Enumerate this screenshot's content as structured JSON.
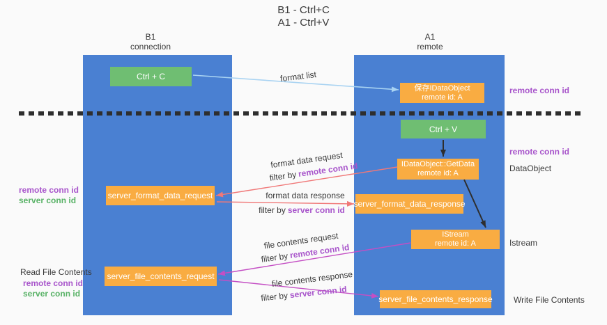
{
  "title": {
    "line1": "B1 - Ctrl+C",
    "line2": "A1 - Ctrl+V"
  },
  "columns": {
    "b1": {
      "name": "B1",
      "subtitle": "connection"
    },
    "a1": {
      "name": "A1",
      "subtitle": "remote"
    }
  },
  "nodes": {
    "ctrl_c": "Ctrl + C",
    "ctrl_v": "Ctrl + V",
    "save_idataobject_line1": "保存IDataObject",
    "save_idataobject_line2": "remote id: A",
    "getdata_line1": "IDataObject::GetData",
    "getdata_line2": "remote id: A",
    "istream_line1": "IStream",
    "istream_line2": "remote id: A",
    "format_request": "server_format_data_request",
    "format_response": "server_format_data_response",
    "file_request": "server_file_contents_request",
    "file_response": "server_file_contents_response"
  },
  "edge_labels": {
    "format_list": "format list",
    "format_data_request": "format data request",
    "format_data_response": "format data response",
    "file_contents_request": "file contents request",
    "file_contents_response": "file contents response",
    "filter_by": "filter by",
    "remote_conn_id": "remote conn id",
    "server_conn_id": "server conn id"
  },
  "side_labels": {
    "read_file_contents": "Read File Contents",
    "write_file_contents": "Write File Contents",
    "dataobject": "DataObject",
    "istream": "Istream",
    "remote_conn_id": "remote conn id",
    "server_conn_id": "server conn id"
  },
  "colors": {
    "background": "#fafafa",
    "column_blue": "#4a80d2",
    "box_orange": "#f9ac42",
    "box_green": "#6fbe72",
    "arrow_red": "#f07878",
    "arrow_magenta": "#c44fc4",
    "arrow_blue": "#a9d3f2",
    "arrow_black": "#2e2e2e",
    "text_purple": "#a855cb",
    "text_green": "#58b266",
    "text_dark": "#3a3a3a"
  }
}
